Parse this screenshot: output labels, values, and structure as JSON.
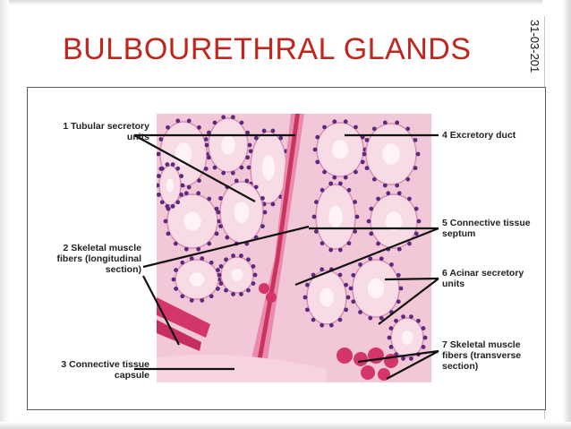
{
  "slide": {
    "title": "BULBOURETHRAL GLANDS",
    "date": "31-03-201"
  },
  "figure": {
    "labels": {
      "l1a": "1 Tubular secretory",
      "l1b": "units",
      "l2a": "2 Skeletal muscle",
      "l2b": "fibers (longitudinal",
      "l2c": "section)",
      "l3a": "3 Connective tissue",
      "l3b": "capsule",
      "l4": "4 Excretory duct",
      "l5a": "5 Connective tissue",
      "l5b": "septum",
      "l6a": "6 Acinar secretory",
      "l6b": "units",
      "l7a": "7 Skeletal muscle",
      "l7b": "fibers (transverse",
      "l7c": "section)"
    },
    "colors": {
      "stroma": "#f2c7d8",
      "gland": "#f7dce6",
      "nucleus": "#5b2a7e",
      "muscle": "#d4366a",
      "leader": "#111111"
    }
  }
}
